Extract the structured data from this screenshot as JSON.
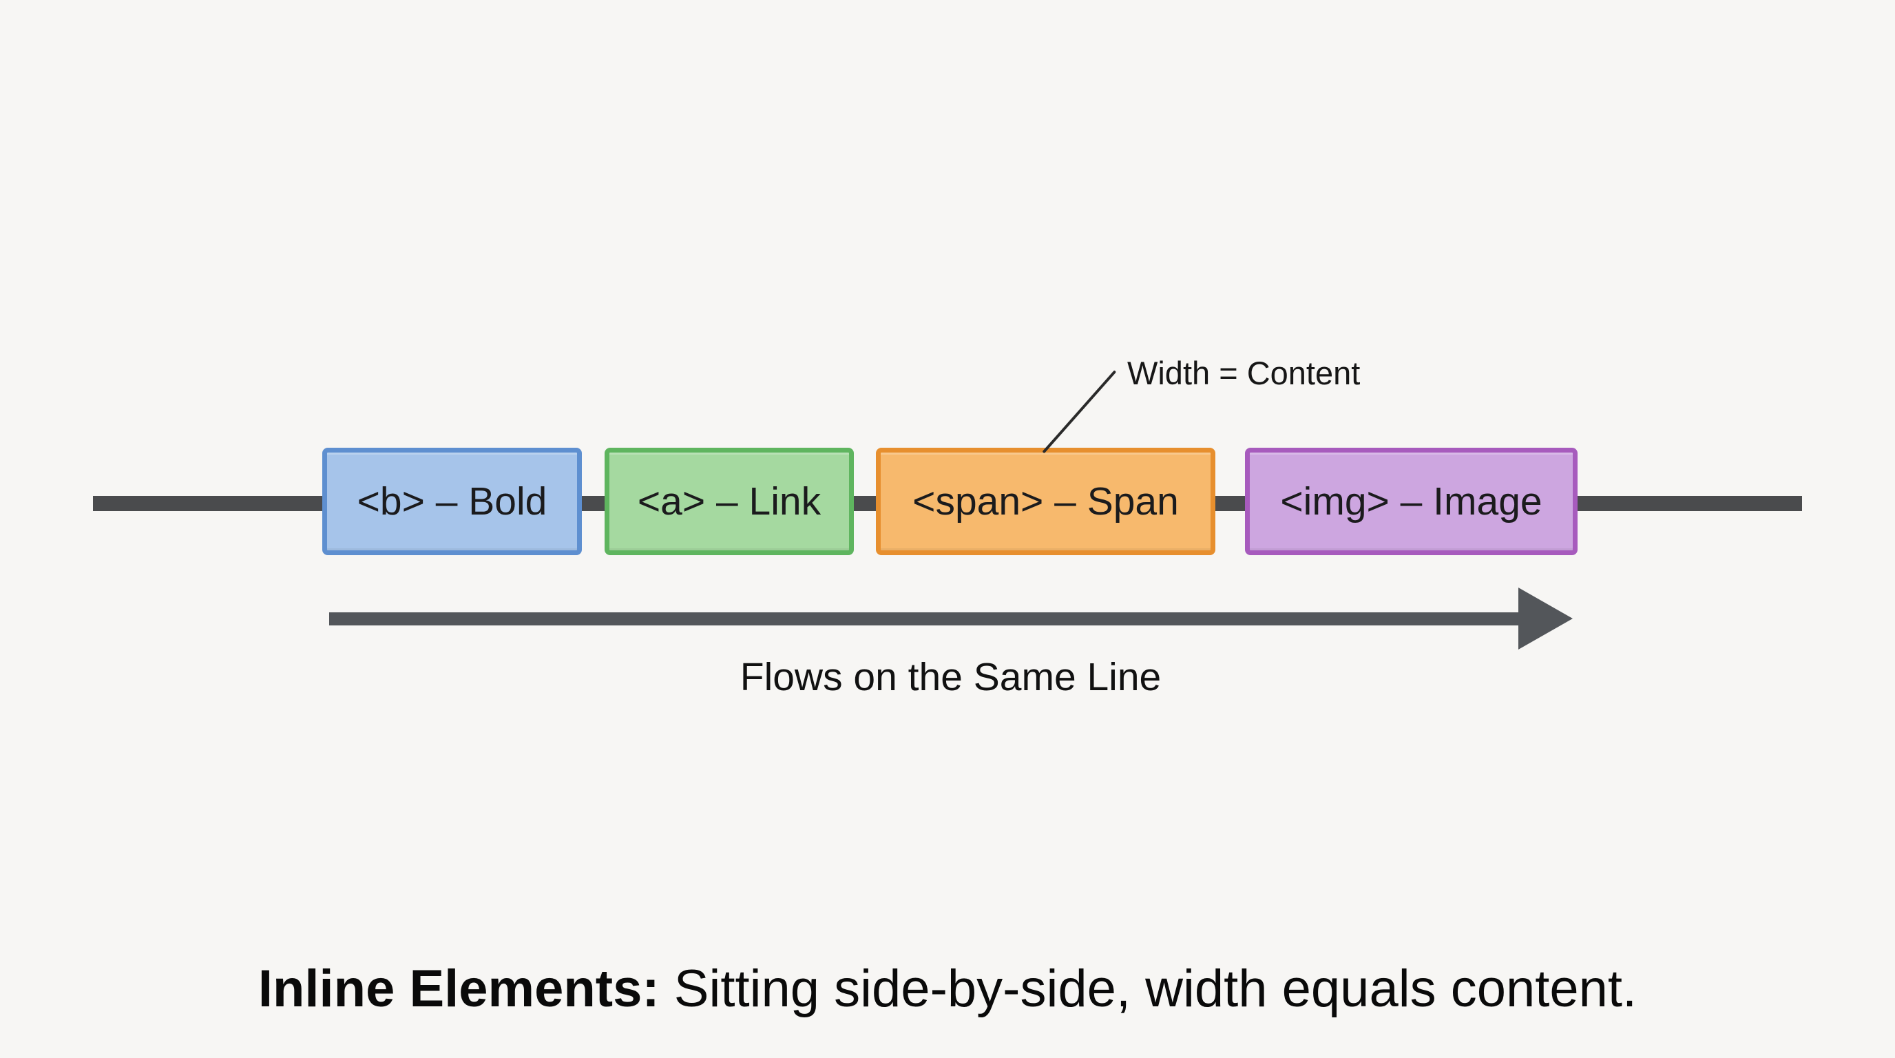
{
  "canvas": {
    "background": "#f7f6f4"
  },
  "diagram": {
    "baseline": {
      "color": "#4a4b4d"
    },
    "boxes": [
      {
        "label": "<b> – Bold",
        "fill": "#a6c4ea",
        "border": "#5e8fd0"
      },
      {
        "label": "<a> – Link",
        "fill": "#a5d9a0",
        "border": "#5fb55f"
      },
      {
        "label": "<span> – Span",
        "fill": "#f7b96d",
        "border": "#e78f2e"
      },
      {
        "label": "<img> – Image",
        "fill": "#cda6e0",
        "border": "#a75bbd"
      }
    ],
    "annotation": {
      "text": "Width = Content",
      "text_color": "#161616",
      "pointer_color": "#2a2a2a"
    },
    "flow_arrow": {
      "label": "Flows on the Same Line",
      "color": "#53565a",
      "label_color": "#111111"
    }
  },
  "caption": {
    "lead": "Inline Elements:",
    "rest": " Sitting side-by-side, width equals content.",
    "color": "#0a0a0a"
  }
}
